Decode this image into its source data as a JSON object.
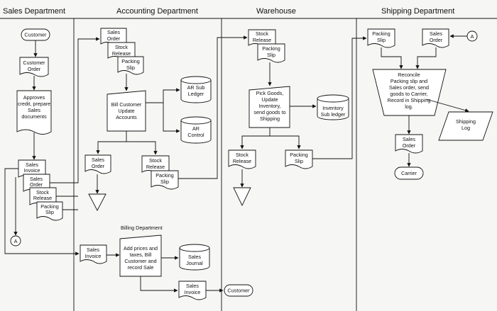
{
  "lanes": [
    "Sales Department",
    "Accounting Department",
    "Warehouse",
    "Shipping Department"
  ],
  "sales": {
    "customer": "Customer",
    "customer_order": [
      "Customer",
      "Order"
    ],
    "approves": [
      "Approves",
      "credit, prepare",
      "Sales",
      "documents"
    ],
    "docs": [
      [
        "Sales",
        "Invoice"
      ],
      [
        "Sales",
        "Order"
      ],
      [
        "Stock",
        "Release"
      ],
      [
        "Packing",
        "Slip"
      ]
    ],
    "connector_a": "A"
  },
  "accounting": {
    "docs_in": [
      [
        "Sales",
        "Order"
      ],
      [
        "Stock",
        "Release"
      ],
      [
        "Packing",
        "Slip"
      ]
    ],
    "bill_process": [
      "Bill Customer",
      "Update",
      "Accounts"
    ],
    "ar_sub_ledger": [
      "AR Sub",
      "Ledger"
    ],
    "ar_control": [
      "AR",
      "Control"
    ],
    "sales_order_out": [
      "Sales",
      "Order"
    ],
    "stock_release_out": [
      "Stock",
      "Release"
    ],
    "packing_slip_out": [
      "Packing",
      "Slip"
    ]
  },
  "warehouse": {
    "docs_in": [
      [
        "Stock",
        "Release"
      ],
      [
        "Packing",
        "Slip"
      ]
    ],
    "pick_process": [
      "Pick Goods,",
      "Update",
      "Inventory,",
      "send goods to",
      "Shipping"
    ],
    "inventory_ledger": [
      "Inventory",
      "Sub ledger"
    ],
    "stock_release_out": [
      "Stock",
      "Release"
    ],
    "packing_slip_out": [
      "Packing",
      "Slip"
    ]
  },
  "shipping": {
    "packing_slip": [
      "Packing",
      "Slip"
    ],
    "sales_order": [
      "Sales",
      "Order"
    ],
    "connector_a": "A",
    "reconcile": [
      "Reconcile",
      "Packing slip and",
      "Sales order, send",
      "goods to Carrier,",
      "Record in Shipping",
      "log."
    ],
    "shipping_log": [
      "Shipping",
      "Log"
    ],
    "sales_order_out": [
      "Sales",
      "Order"
    ],
    "carrier": "Carrier"
  },
  "billing": {
    "title": "Billing Department",
    "sales_invoice_in": [
      "Sales",
      "Invoice"
    ],
    "process": [
      "Add prices and",
      "taxes, Bill",
      "Customer and",
      "record Sale"
    ],
    "sales_journal": [
      "Sales",
      "Journal"
    ],
    "sales_invoice_out": [
      "Sales",
      "Invoice"
    ],
    "customer": "Customer"
  }
}
